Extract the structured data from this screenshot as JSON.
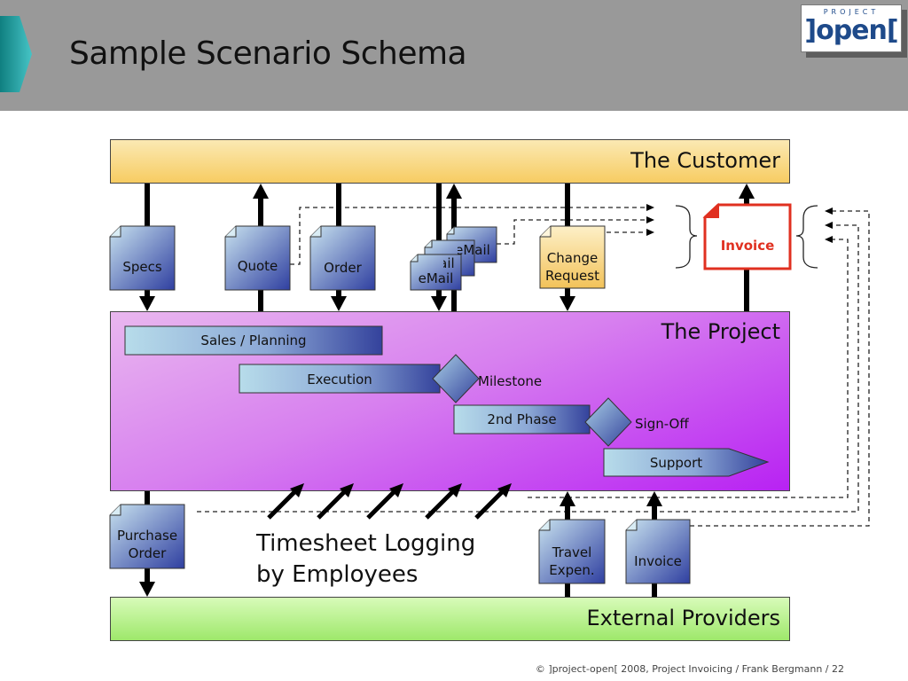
{
  "slide": {
    "title": "Sample Scenario Schema",
    "footer": "© ]project-open[  2008, Project Invoicing / Frank Bergmann / 22"
  },
  "logo": {
    "small": "PROJECT",
    "main": "]open["
  },
  "bands": {
    "customer": "The Customer",
    "project": "The Project",
    "external": "External Providers"
  },
  "documents": {
    "specs": "Specs",
    "quote": "Quote",
    "order": "Order",
    "email_back2": "eMail",
    "email_back1": "eMail",
    "email_front": "eMail",
    "change_request_line1": "Change",
    "change_request_line2": "Request",
    "customer_invoice": "Invoice",
    "purchase_order_line1": "Purchase",
    "purchase_order_line2": "Order",
    "travel_line1": "Travel",
    "travel_line2": "Expen.",
    "provider_invoice": "Invoice"
  },
  "tasks": {
    "sales": "Sales / Planning",
    "execution": "Execution",
    "phase2": "2nd Phase",
    "support": "Support"
  },
  "milestones": {
    "milestone": "Milestone",
    "signoff": "Sign-Off"
  },
  "timesheet": {
    "line1": "Timesheet Logging",
    "line2": "by Employees"
  },
  "colors": {
    "header_bg": "#999999",
    "teal": "#1e9a9a",
    "customer_band": "#f7cc62",
    "project_band": "#d77fef",
    "external_band": "#9ee86b",
    "invoice_red": "#e03020",
    "doc_blue": "#3a4aa8"
  }
}
